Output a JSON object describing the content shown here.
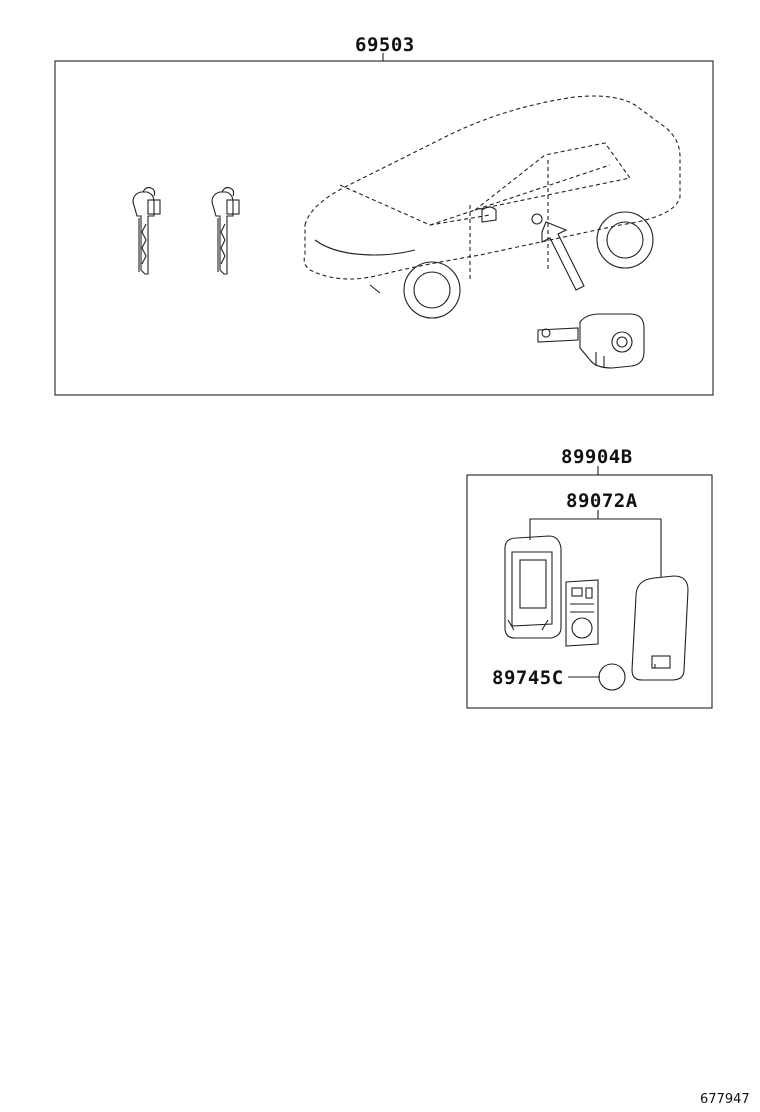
{
  "labels": {
    "assembly_top": "69503",
    "assembly_remote": "89904B",
    "remote_case": "89072A",
    "battery": "89745C"
  },
  "diagram_id": "677947"
}
